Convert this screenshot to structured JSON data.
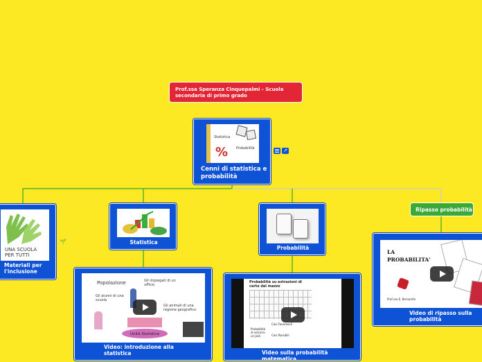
{
  "author_note": "Prof.ssa Speranza Cinquepalmi  - Scuola secondaria di primo grado",
  "central": {
    "title": "Cenni di statistica e probabilità",
    "thumb_words": [
      "Statistica",
      "Probabilità"
    ]
  },
  "branches": [
    {
      "label": "Materiali per l'inclusione",
      "thumb_text": "UNA SCUOLA PER TUTTI"
    },
    {
      "label": "Statistica"
    },
    {
      "label": "Probabilità"
    },
    {
      "label": "Ripasso probabilità"
    }
  ],
  "videos": {
    "intro_statistica": {
      "label": "Video: introduzione alla statistica",
      "slide": {
        "pop": "Popolazione",
        "t1": "Gli impiegati di un ufficio",
        "t2": "Gli alunni di una scuola",
        "t3": "Gli animali di una regione geografica",
        "t4": "Unità Statistica"
      }
    },
    "probabilita_matematica": {
      "label": "Video sulla probabilità matematica",
      "slide": {
        "title": "Probabilità su estrazioni di carte dal mazzo",
        "l1": "Casi Favorevoli",
        "l2": "Probabilità di estrarre un Jack",
        "l3": "Casi Possibili"
      }
    },
    "ripasso": {
      "label": "Video di ripasso sulla probabilità",
      "slide": {
        "title": "LA PROBABILITA'",
        "author": "Prof.ssa E. Bernardin"
      }
    }
  },
  "colors": {
    "background": "#fde923",
    "node": "#0e52d6",
    "author_box": "#e32636",
    "ripasso_box": "#3aa935",
    "connector": "#2ca82c"
  },
  "icons": [
    "list-icon",
    "attachment-icon",
    "play-icon",
    "sprout-icon"
  ]
}
